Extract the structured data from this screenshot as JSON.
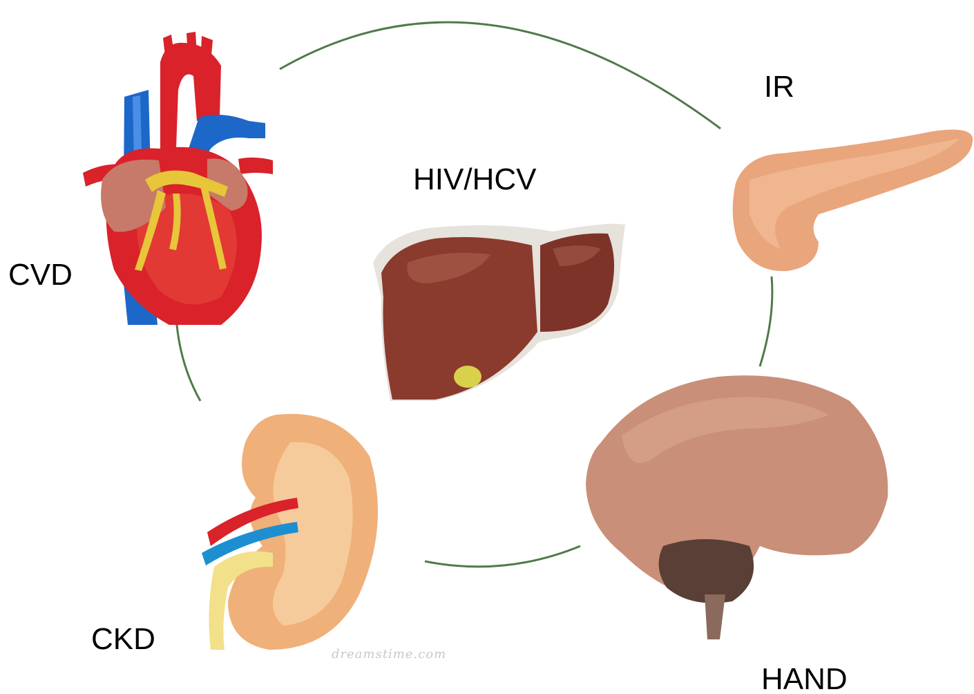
{
  "labels": {
    "cvd": "CVD",
    "hiv_hcv": "HIV/HCV",
    "ir": "IR",
    "ckd": "CKD",
    "hand": "HAND"
  },
  "watermark": "dreamstime.com",
  "colors": {
    "cycle_line": "#4f7a4a",
    "heart_red": "#d9222a",
    "vein_blue": "#1d67c8",
    "liver": "#8b3a2e",
    "pancreas": "#e9a57c",
    "kidney": "#f0b079",
    "brain": "#c98f78"
  },
  "icons": [
    "heart-icon",
    "liver-icon",
    "pancreas-icon",
    "kidney-icon",
    "brain-icon"
  ]
}
